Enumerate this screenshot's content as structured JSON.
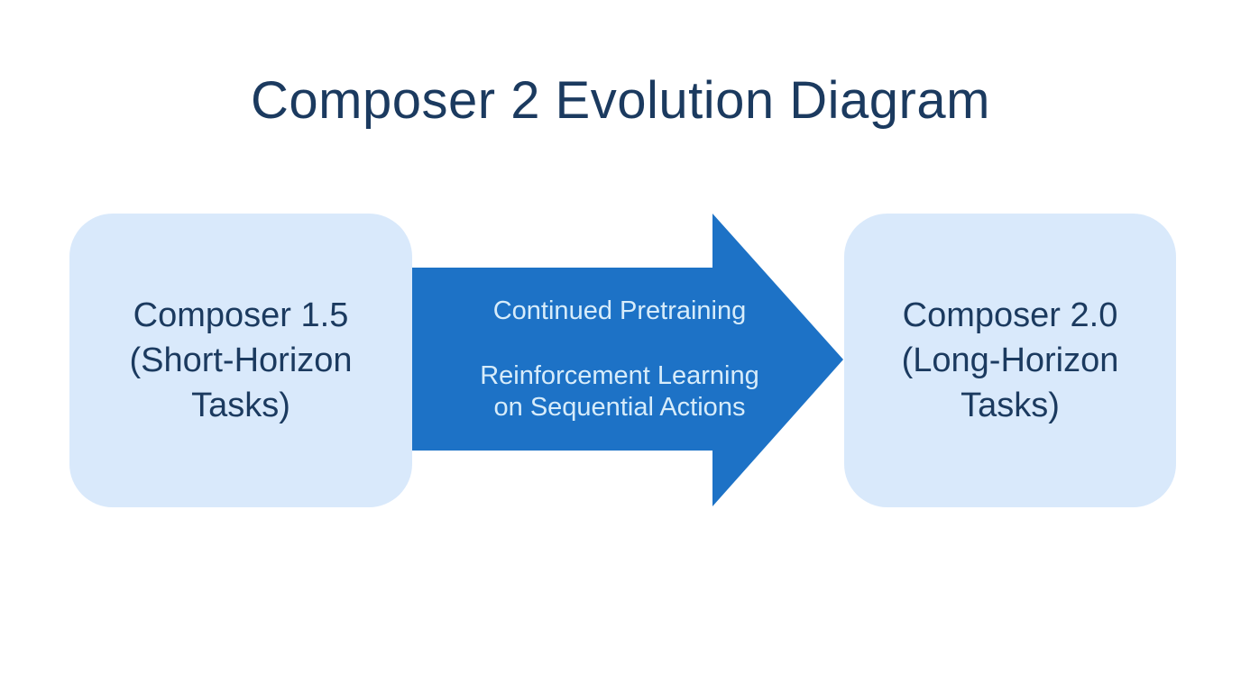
{
  "title": "Composer 2 Evolution Diagram",
  "colors": {
    "background": "#FFFFFF",
    "node_fill": "#D9E9FB",
    "node_text": "#1B3A5F",
    "title_text": "#1B3A5F",
    "arrow_fill": "#1D72C6",
    "arrow_text": "#D7ECFA"
  },
  "nodes": {
    "left": {
      "lines": [
        "Composer 1.5",
        "(Short-Horizon",
        "Tasks)"
      ]
    },
    "right": {
      "lines": [
        "Composer 2.0",
        "(Long-Horizon",
        "Tasks)"
      ]
    }
  },
  "arrow": {
    "direction": "right",
    "steps": {
      "step1": {
        "lines": [
          "Continued Pretraining"
        ]
      },
      "step2": {
        "lines": [
          "Reinforcement Learning",
          "on Sequential Actions"
        ]
      }
    }
  }
}
